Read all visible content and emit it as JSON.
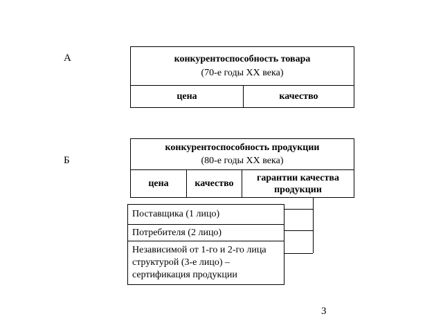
{
  "section_a": {
    "letter": "А",
    "title": "конкурентоспособность товара",
    "subtitle": "(70-е годы XX века)",
    "cols": [
      "цена",
      "качество"
    ]
  },
  "section_b": {
    "letter": "Б",
    "title": "конкурентоспособность продукции",
    "subtitle": "(80-е годы XX века)",
    "cols": [
      "цена",
      "качество",
      "гарантии качества продукции"
    ],
    "guarantors": [
      "Поставщика (1 лицо)",
      "Потребителя (2 лицо)",
      "Независимой от 1-го и 2-го лица структурой (3-е лицо) – сертификация продукции"
    ]
  },
  "page_number": "3"
}
